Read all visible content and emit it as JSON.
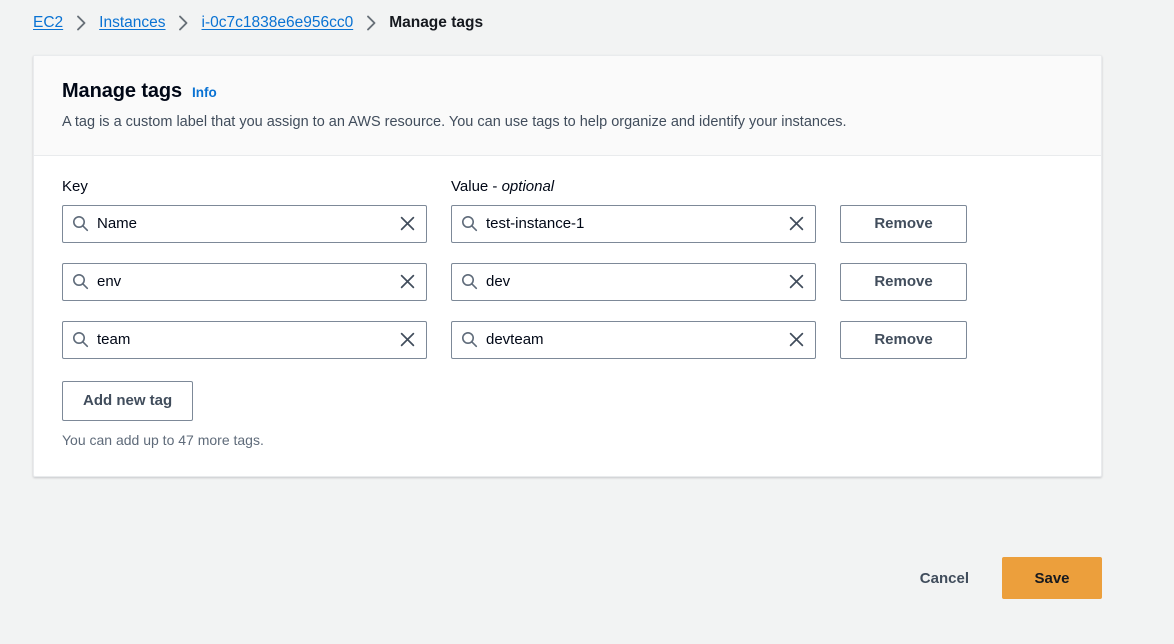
{
  "breadcrumb": {
    "items": [
      {
        "label": "EC2",
        "type": "link"
      },
      {
        "label": "Instances",
        "type": "link"
      },
      {
        "label": "i-0c7c1838e6e956cc0",
        "type": "link"
      },
      {
        "label": "Manage tags",
        "type": "current"
      }
    ]
  },
  "card": {
    "title": "Manage tags",
    "info_label": "Info",
    "description": "A tag is a custom label that you assign to an AWS resource. You can use tags to help organize and identify your instances.",
    "columns": {
      "key": "Key",
      "value_prefix": "Value - ",
      "value_optional": "optional"
    },
    "tags": [
      {
        "key": "Name",
        "value": "test-instance-1",
        "remove_label": "Remove"
      },
      {
        "key": "env",
        "value": "dev",
        "remove_label": "Remove"
      },
      {
        "key": "team",
        "value": "devteam",
        "remove_label": "Remove"
      }
    ],
    "add_tag_label": "Add new tag",
    "helper_text": "You can add up to 47 more tags."
  },
  "footer": {
    "cancel_label": "Cancel",
    "save_label": "Save"
  },
  "colors": {
    "page_background": "#f2f3f3",
    "card_background": "#ffffff",
    "card_header_background": "#fafafa",
    "link_blue": "#0972d3",
    "save_orange": "#ec9f3c",
    "border_gray": "#7d8998",
    "text_primary": "#000716",
    "text_secondary": "#414d5c"
  },
  "icons": {
    "search": "search-icon",
    "clear": "close-icon",
    "breadcrumb_separator": "chevron-right-icon"
  }
}
